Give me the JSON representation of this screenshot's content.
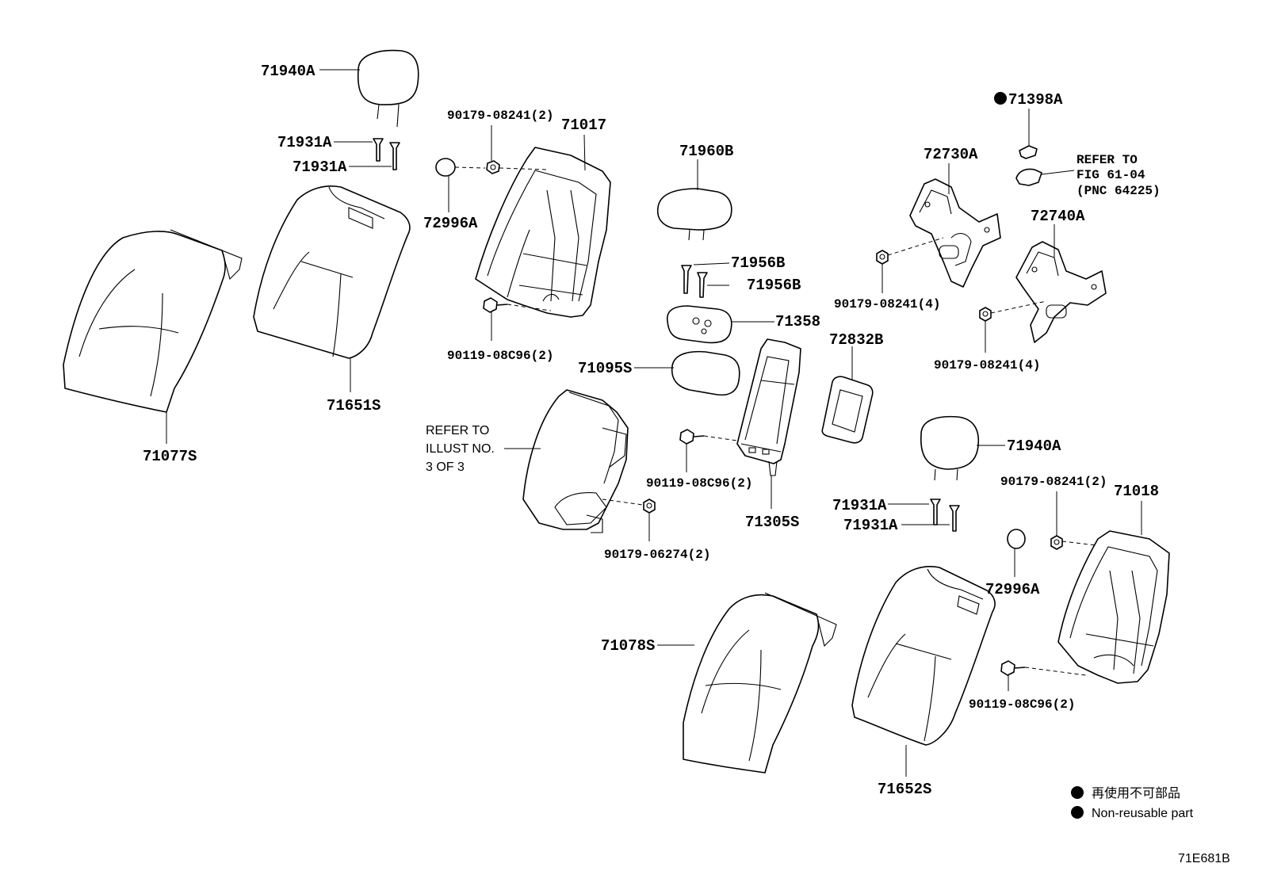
{
  "diagram_code": "71E681B",
  "legend": {
    "jp_text": "再使用不可部品",
    "en_text": "Non-reusable part"
  },
  "labels": {
    "hr1": "71940A",
    "hr1_pin_a": "71931A",
    "hr1_pin_b": "71931A",
    "frame_l_nut": "90179-08241(2)",
    "frame_l": "71017",
    "cap_l": "72996A",
    "frame_l_bolt": "90119-08C96(2)",
    "cover_l": "71077S",
    "pad_l": "71651S",
    "hr_center": "71960B",
    "hr_center_pin_a": "71956B",
    "hr_center_pin_b": "71956B",
    "bezel": "71358",
    "armrest_cover": "71095S",
    "arm_nut": "90179-06274(2)",
    "arm_bracket_bolt": "90119-08C96(2)",
    "arm_bracket": "71305S",
    "plate": "72832B",
    "clip": "71398A",
    "lock_a": "72730A",
    "lock_a_nut": "90179-08241(4)",
    "lock_b": "72740A",
    "lock_b_nut": "90179-08241(4)",
    "hr2": "71940A",
    "hr2_pin_a": "71931A",
    "hr2_pin_b": "71931A",
    "frame_r_nut": "90179-08241(2)",
    "frame_r": "71018",
    "cap_r": "72996A",
    "frame_r_bolt": "90119-08C96(2)",
    "cover_r": "71078S",
    "pad_r": "71652S"
  },
  "refer_armrest": [
    "REFER TO",
    "ILLUST NO.",
    "3 OF 3"
  ],
  "refer_fig": [
    "REFER TO",
    "FIG 61-04",
    "(PNC 64225)"
  ]
}
